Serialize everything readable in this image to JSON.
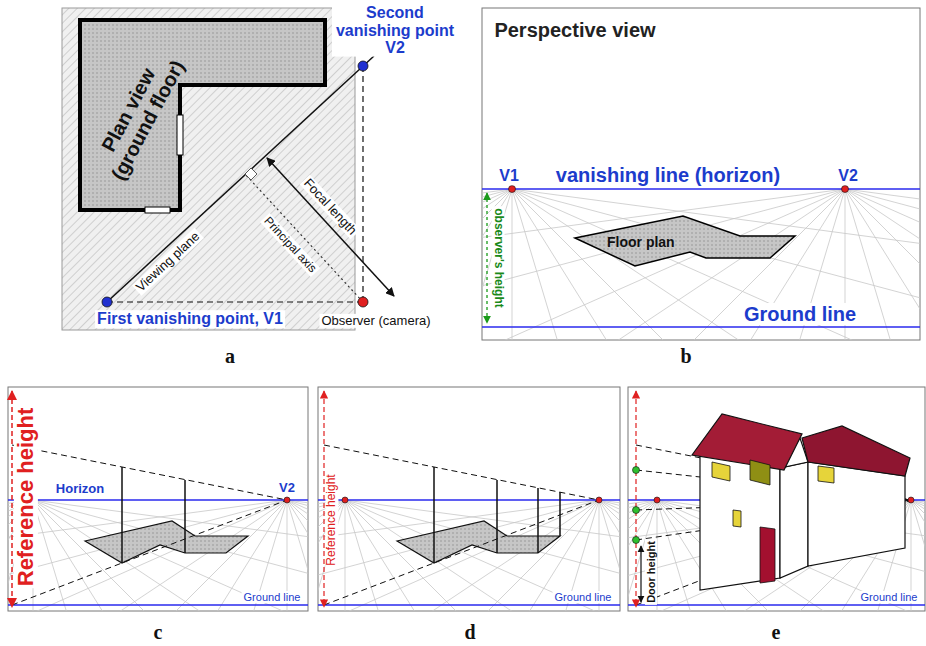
{
  "diagram": {
    "nodes": [
      {
        "text": [
          "Plan view (ground floor)"
        ]
      },
      {
        "text": [
          "Floor plan"
        ]
      }
    ],
    "labels": [
      "Second vanishing point V2",
      "First vanishing point, V1",
      "Viewing plane",
      "Focal length",
      "Principal axis",
      "Observer (camera)",
      "a",
      "Perspective view",
      "V1",
      "vanishing line (horizon)",
      "V2",
      "observer's height",
      "Ground line",
      "b",
      "Reference height",
      "Horizon",
      "V2",
      "Ground line",
      "c",
      "Reference height",
      "Ground line",
      "d",
      "Door height",
      "Ground line",
      "e"
    ]
  }
}
